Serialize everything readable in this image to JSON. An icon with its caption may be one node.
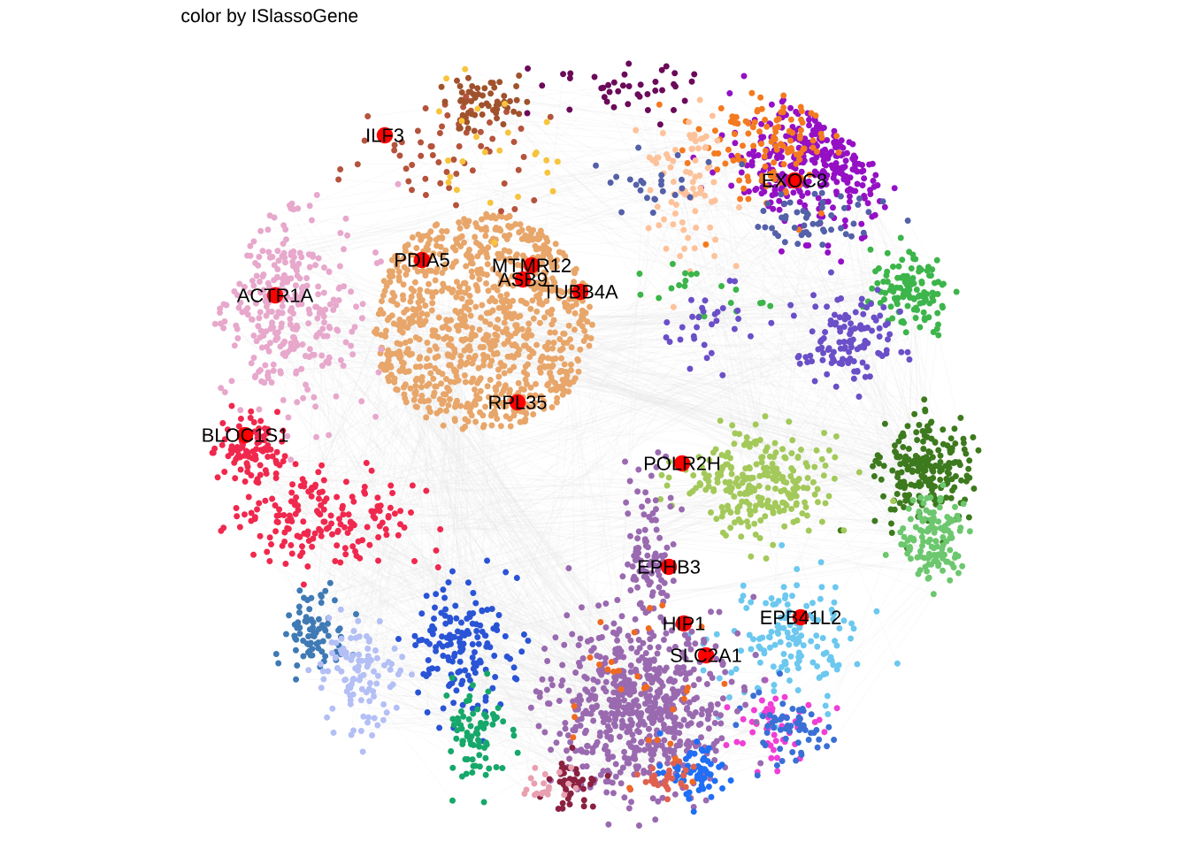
{
  "diagram": {
    "title": "color by ISlassoGene",
    "nodes": [
      {
        "text": [
          "ILF3"
        ]
      },
      {
        "text": [
          "EXOC8"
        ]
      },
      {
        "text": [
          "PDIA5"
        ]
      },
      {
        "text": [
          "MTMR12"
        ]
      },
      {
        "text": [
          "ASB9"
        ]
      },
      {
        "text": [
          "TUBB4A"
        ]
      },
      {
        "text": [
          "ACTR1A"
        ]
      },
      {
        "text": [
          "RPL35"
        ]
      },
      {
        "text": [
          "BLOC1S1"
        ]
      },
      {
        "text": [
          "POLR2H"
        ]
      },
      {
        "text": [
          "EPHB3"
        ]
      },
      {
        "text": [
          "EPB41L2"
        ]
      },
      {
        "text": [
          "HIP1"
        ]
      },
      {
        "text": [
          "SLC2A1"
        ]
      }
    ]
  }
}
